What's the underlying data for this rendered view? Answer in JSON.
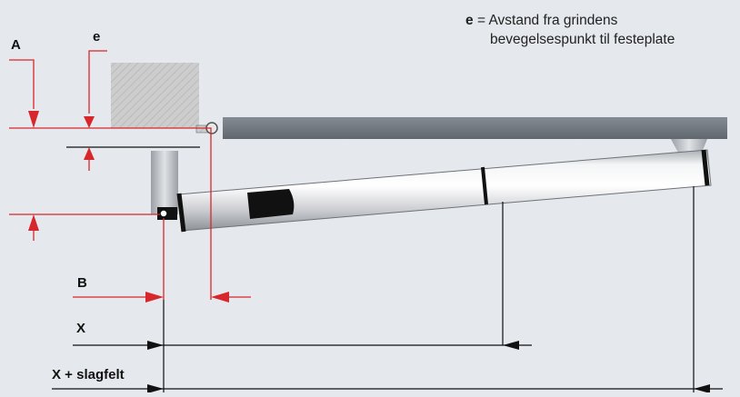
{
  "labels": {
    "A": "A",
    "e": "e",
    "B": "B",
    "X": "X",
    "X_slagfelt": "X + slagfelt"
  },
  "legend": {
    "symbol": "e",
    "equals": "=",
    "line1": "Avstand fra grindens",
    "line2": "bevegelsespunkt til festeplate"
  },
  "colors": {
    "background": "#e5e8ec",
    "dimension_red": "#d7262c",
    "gate_beam": "#707880",
    "wall_hatch": "#c9c9c9",
    "actuator_body": "#dcdfe2"
  }
}
